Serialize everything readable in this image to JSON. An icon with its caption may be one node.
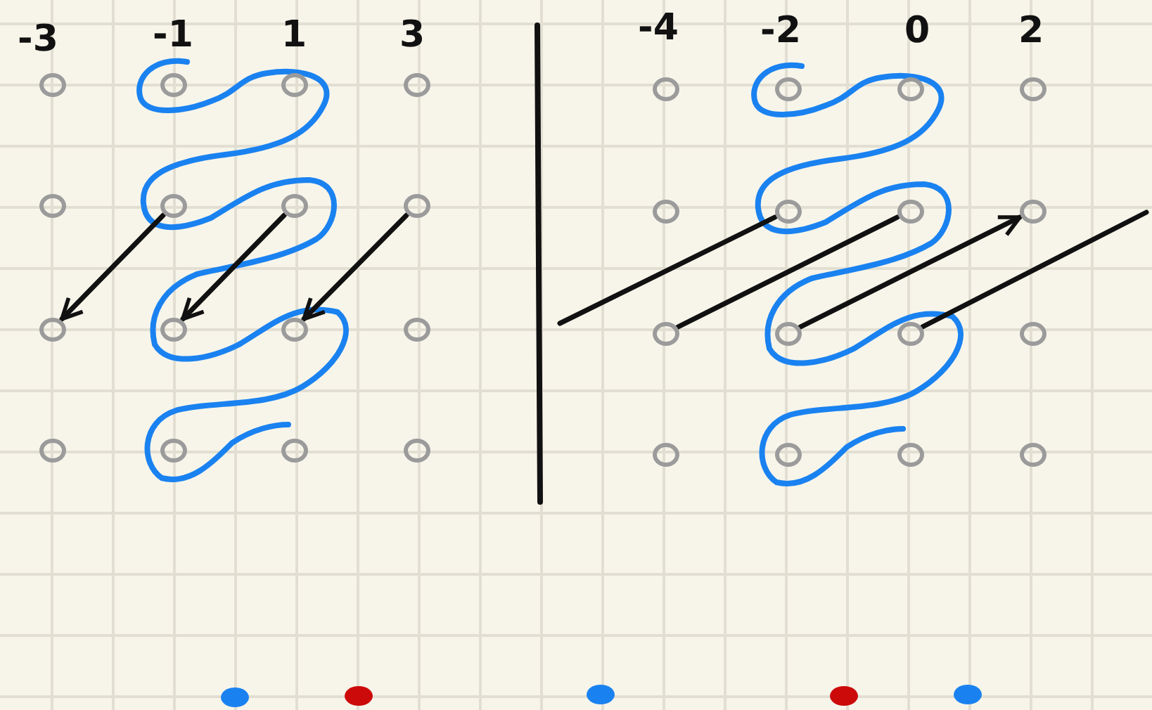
{
  "diagram": {
    "nodes": [
      {
        "text": [],
        "shape": "circle"
      },
      {
        "text": [],
        "shape": "circle"
      },
      {
        "text": [],
        "shape": "circle"
      },
      {
        "text": [],
        "shape": "circle"
      },
      {
        "text": [],
        "shape": "circle"
      },
      {
        "text": [],
        "shape": "circle"
      },
      {
        "text": [],
        "shape": "circle"
      },
      {
        "text": [],
        "shape": "circle"
      },
      {
        "text": [],
        "shape": "circle"
      },
      {
        "text": [],
        "shape": "circle"
      },
      {
        "text": [],
        "shape": "circle"
      },
      {
        "text": [],
        "shape": "circle"
      },
      {
        "text": [],
        "shape": "circle"
      },
      {
        "text": [],
        "shape": "circle"
      },
      {
        "text": [],
        "shape": "circle"
      },
      {
        "text": [],
        "shape": "circle"
      },
      {
        "text": [],
        "shape": "circle"
      },
      {
        "text": [],
        "shape": "circle"
      },
      {
        "text": [],
        "shape": "circle"
      },
      {
        "text": [],
        "shape": "circle"
      },
      {
        "text": [],
        "shape": "circle"
      },
      {
        "text": [],
        "shape": "circle"
      },
      {
        "text": [],
        "shape": "circle"
      },
      {
        "text": [],
        "shape": "circle"
      },
      {
        "text": [],
        "shape": "circle"
      },
      {
        "text": [],
        "shape": "circle"
      },
      {
        "text": [],
        "shape": "circle"
      },
      {
        "text": [],
        "shape": "circle"
      },
      {
        "text": [],
        "shape": "circle"
      },
      {
        "text": [],
        "shape": "circle"
      },
      {
        "text": [],
        "shape": "circle"
      },
      {
        "text": [],
        "shape": "circle"
      }
    ],
    "edges": [
      {
        "from": 5,
        "to": 8,
        "arrow": "to"
      },
      {
        "from": 6,
        "to": 9,
        "arrow": "to"
      },
      {
        "from": 7,
        "to": 10,
        "arrow": "to"
      },
      {
        "from": null,
        "to": 21,
        "arrow": "none"
      },
      {
        "from": 24,
        "to": 22,
        "arrow": "none"
      },
      {
        "from": 25,
        "to": 23,
        "arrow": "to"
      },
      {
        "from": 26,
        "to": null,
        "arrow": "none"
      }
    ],
    "labels": [
      "-3",
      "-1",
      "1",
      "3",
      "-4",
      "-2",
      "0",
      "2"
    ]
  }
}
